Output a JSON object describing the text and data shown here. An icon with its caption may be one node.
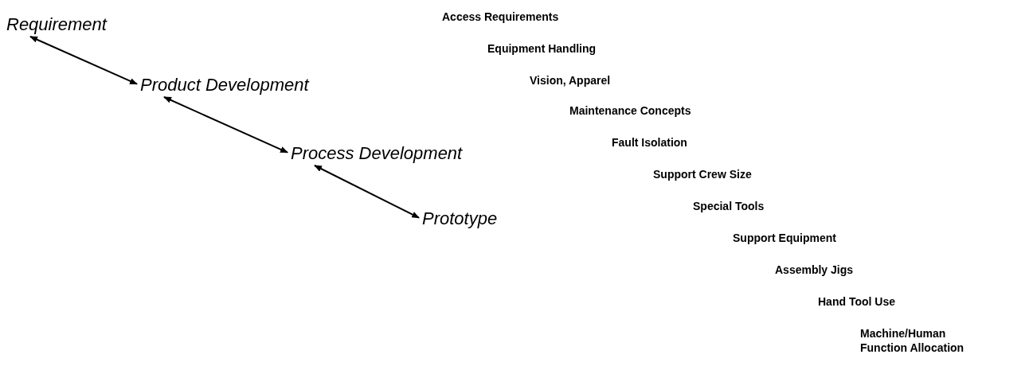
{
  "diagram": {
    "nodes": [
      {
        "text": [
          "Requirement"
        ]
      },
      {
        "text": [
          "Product Development"
        ]
      },
      {
        "text": [
          "Process Development"
        ]
      },
      {
        "text": [
          "Prototype"
        ]
      }
    ],
    "edges": [
      {
        "from": 0,
        "to": 1,
        "arrow": "both"
      },
      {
        "from": 1,
        "to": 2,
        "arrow": "both"
      },
      {
        "from": 2,
        "to": 3,
        "arrow": "both"
      }
    ],
    "labels": [
      "Access Requirements",
      "Equipment Handling",
      "Vision, Apparel",
      "Maintenance Concepts",
      "Fault Isolation",
      "Support Crew Size",
      "Special Tools",
      "Support Equipment",
      "Assembly Jigs",
      "Hand Tool Use",
      "Machine/Human Function Allocation"
    ]
  }
}
